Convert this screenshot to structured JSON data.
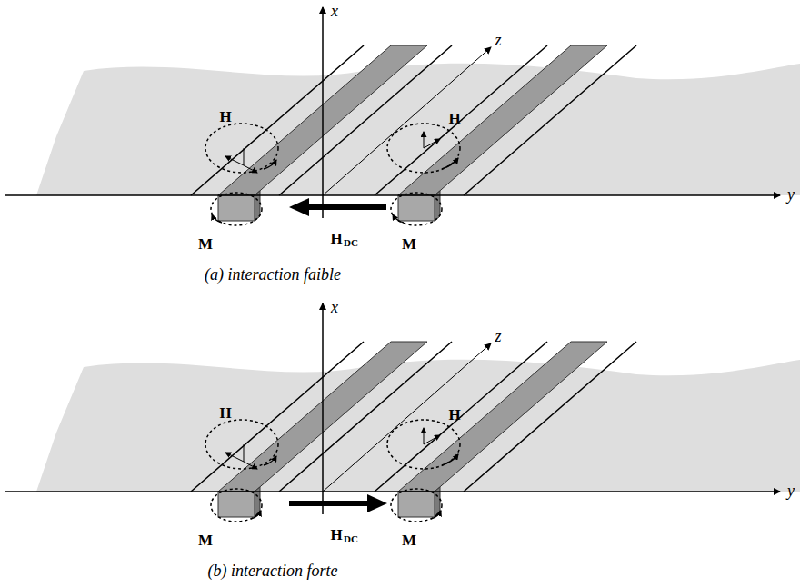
{
  "diagram": {
    "labels": [
      "x",
      "z",
      "H",
      "H",
      "y",
      "M",
      "H",
      "DC",
      "M",
      "(a)  interaction faible",
      "x",
      "z",
      "H",
      "H",
      "y",
      "M",
      "H",
      "DC",
      "M",
      "(b)  interaction forte"
    ]
  }
}
